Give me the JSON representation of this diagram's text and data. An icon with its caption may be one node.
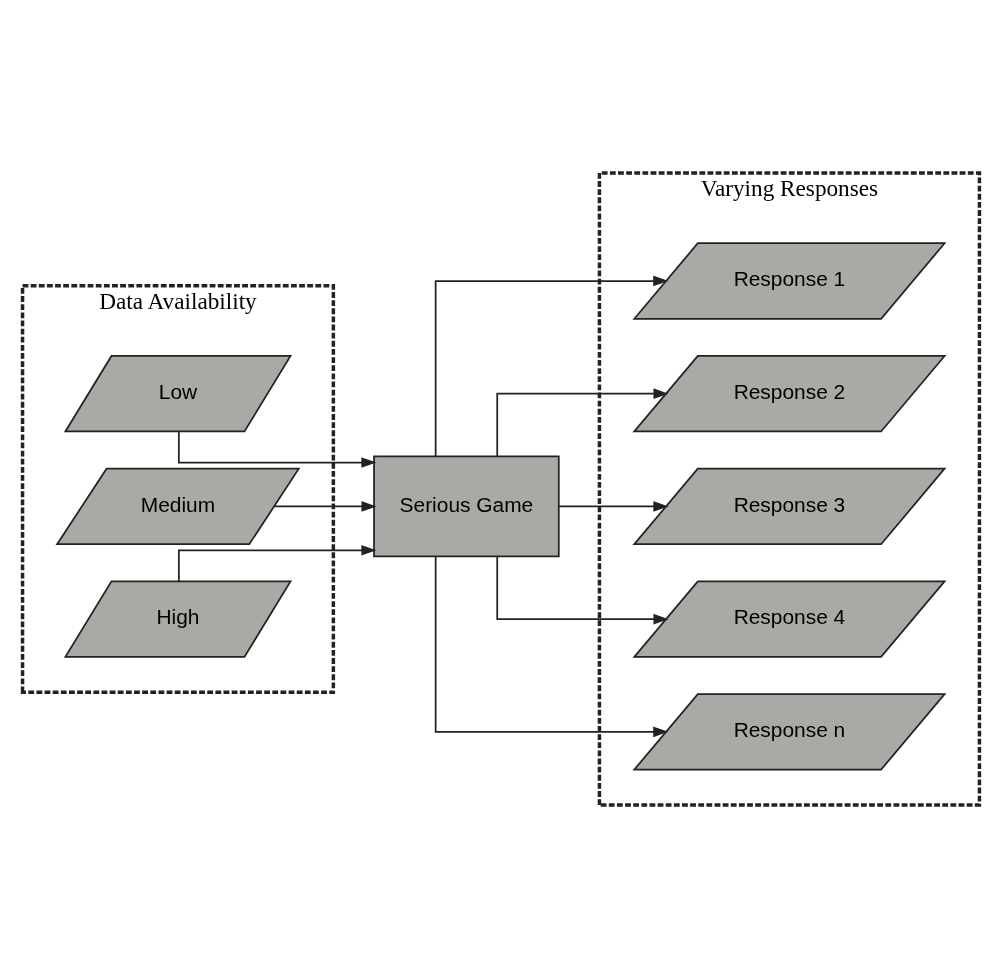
{
  "diagram": {
    "nodes": [
      {
        "text": [
          "Data Availability"
        ]
      },
      {
        "text": [
          "Low"
        ],
        "in": 0
      },
      {
        "text": [
          "Medium"
        ],
        "in": 0
      },
      {
        "text": [
          "High"
        ],
        "in": 0
      },
      {
        "text": [
          "Serious Game"
        ]
      },
      {
        "text": [
          "Varying Responses"
        ]
      },
      {
        "text": [
          "Response 1"
        ],
        "in": 5
      },
      {
        "text": [
          "Response 2"
        ],
        "in": 5
      },
      {
        "text": [
          "Response 3"
        ],
        "in": 5
      },
      {
        "text": [
          "Response 4"
        ],
        "in": 5
      },
      {
        "text": [
          "Response n"
        ],
        "in": 5
      }
    ],
    "edges": [
      {
        "from": 1,
        "to": 4,
        "arrow": "to"
      },
      {
        "from": 2,
        "to": 4,
        "arrow": "to"
      },
      {
        "from": 3,
        "to": 4,
        "arrow": "to"
      },
      {
        "from": 4,
        "to": 6,
        "arrow": "to"
      },
      {
        "from": 4,
        "to": 7,
        "arrow": "to"
      },
      {
        "from": 4,
        "to": 8,
        "arrow": "to"
      },
      {
        "from": 4,
        "to": 9,
        "arrow": "to"
      },
      {
        "from": 4,
        "to": 10,
        "arrow": "to"
      }
    ]
  }
}
